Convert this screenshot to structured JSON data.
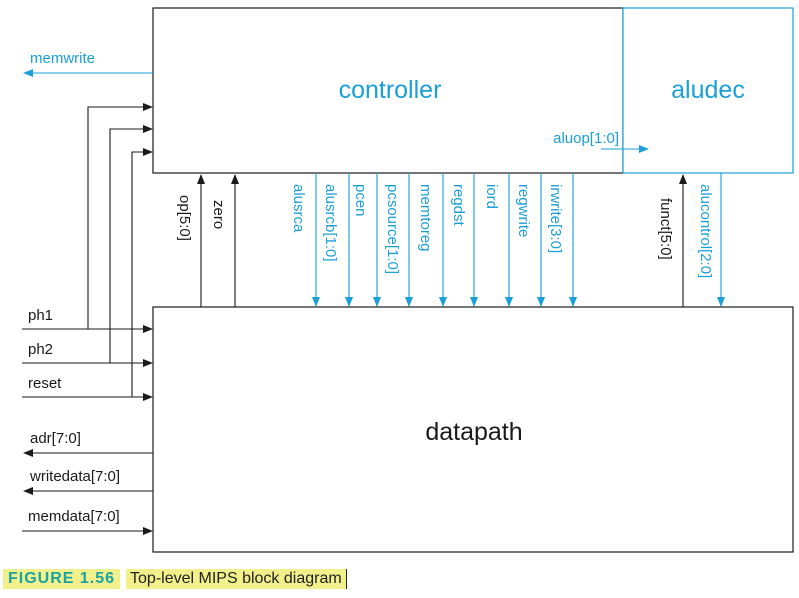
{
  "blocks": {
    "controller": "controller",
    "aludec": "aludec",
    "datapath": "datapath"
  },
  "external_signals": {
    "memwrite": "memwrite",
    "ph1": "ph1",
    "ph2": "ph2",
    "reset": "reset",
    "adr": "adr[7:0]",
    "writedata": "writedata[7:0]",
    "memdata": "memdata[7:0]"
  },
  "datapath_to_controller": {
    "op": "op[5:0]",
    "zero": "zero"
  },
  "controller_to_datapath": [
    "alusrca",
    "alusrcb[1:0]",
    "pcen",
    "pcsource[1:0]",
    "memtoreg",
    "regdst",
    "iord",
    "regwrite",
    "irwrite[3:0]"
  ],
  "controller_to_aludec": {
    "aluop": "aluop[1:0]"
  },
  "aludec_signals": {
    "funct": "funct[5:0]",
    "alucontrol": "alucontrol[2:0]"
  },
  "caption": {
    "label": "FIGURE 1.56",
    "text": "Top-level MIPS block diagram"
  },
  "colors": {
    "signal": "#1a9fd8",
    "line": "#1a1a1a",
    "caption_highlight": "#f2f08a",
    "caption_label": "#1aa3a3"
  }
}
